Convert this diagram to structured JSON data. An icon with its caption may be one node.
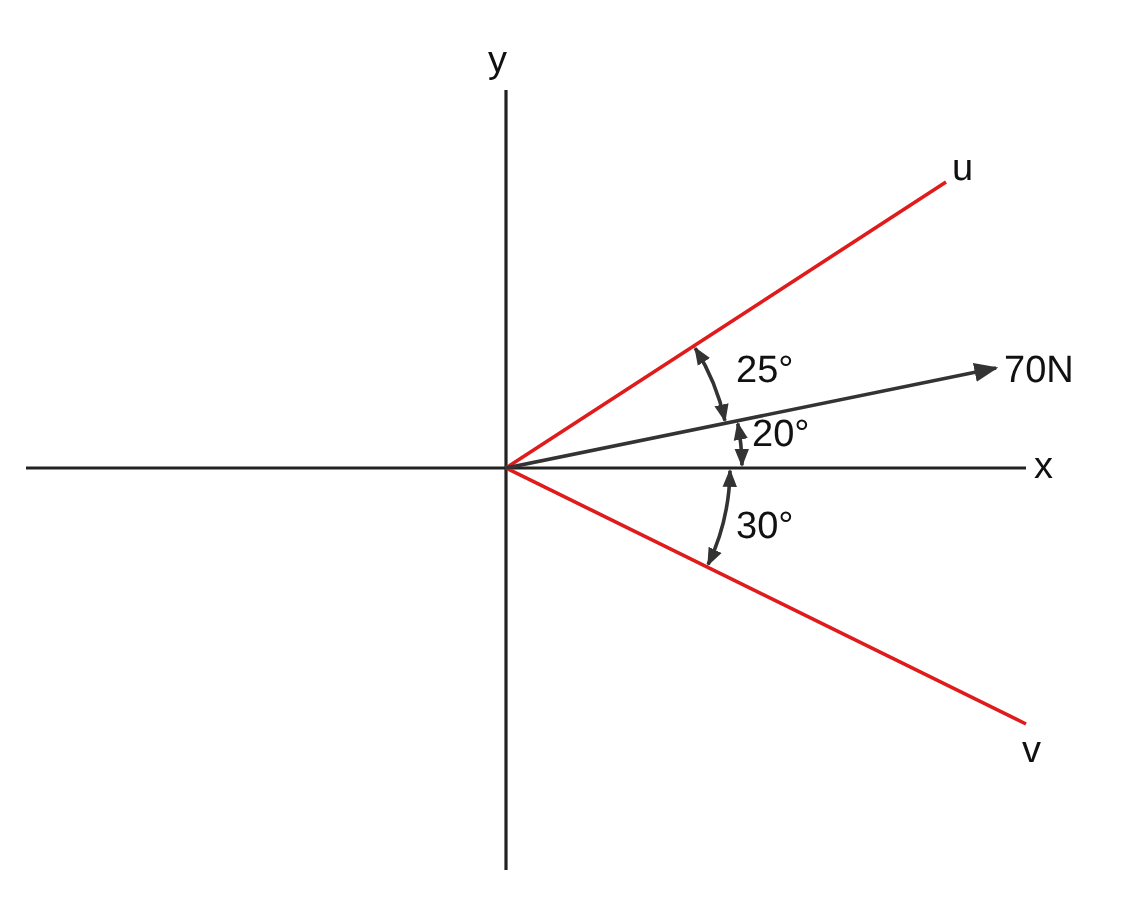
{
  "diagram": {
    "labels": [
      "y",
      "u",
      "25°",
      "70N",
      "20°",
      "x",
      "30°",
      "v"
    ]
  }
}
